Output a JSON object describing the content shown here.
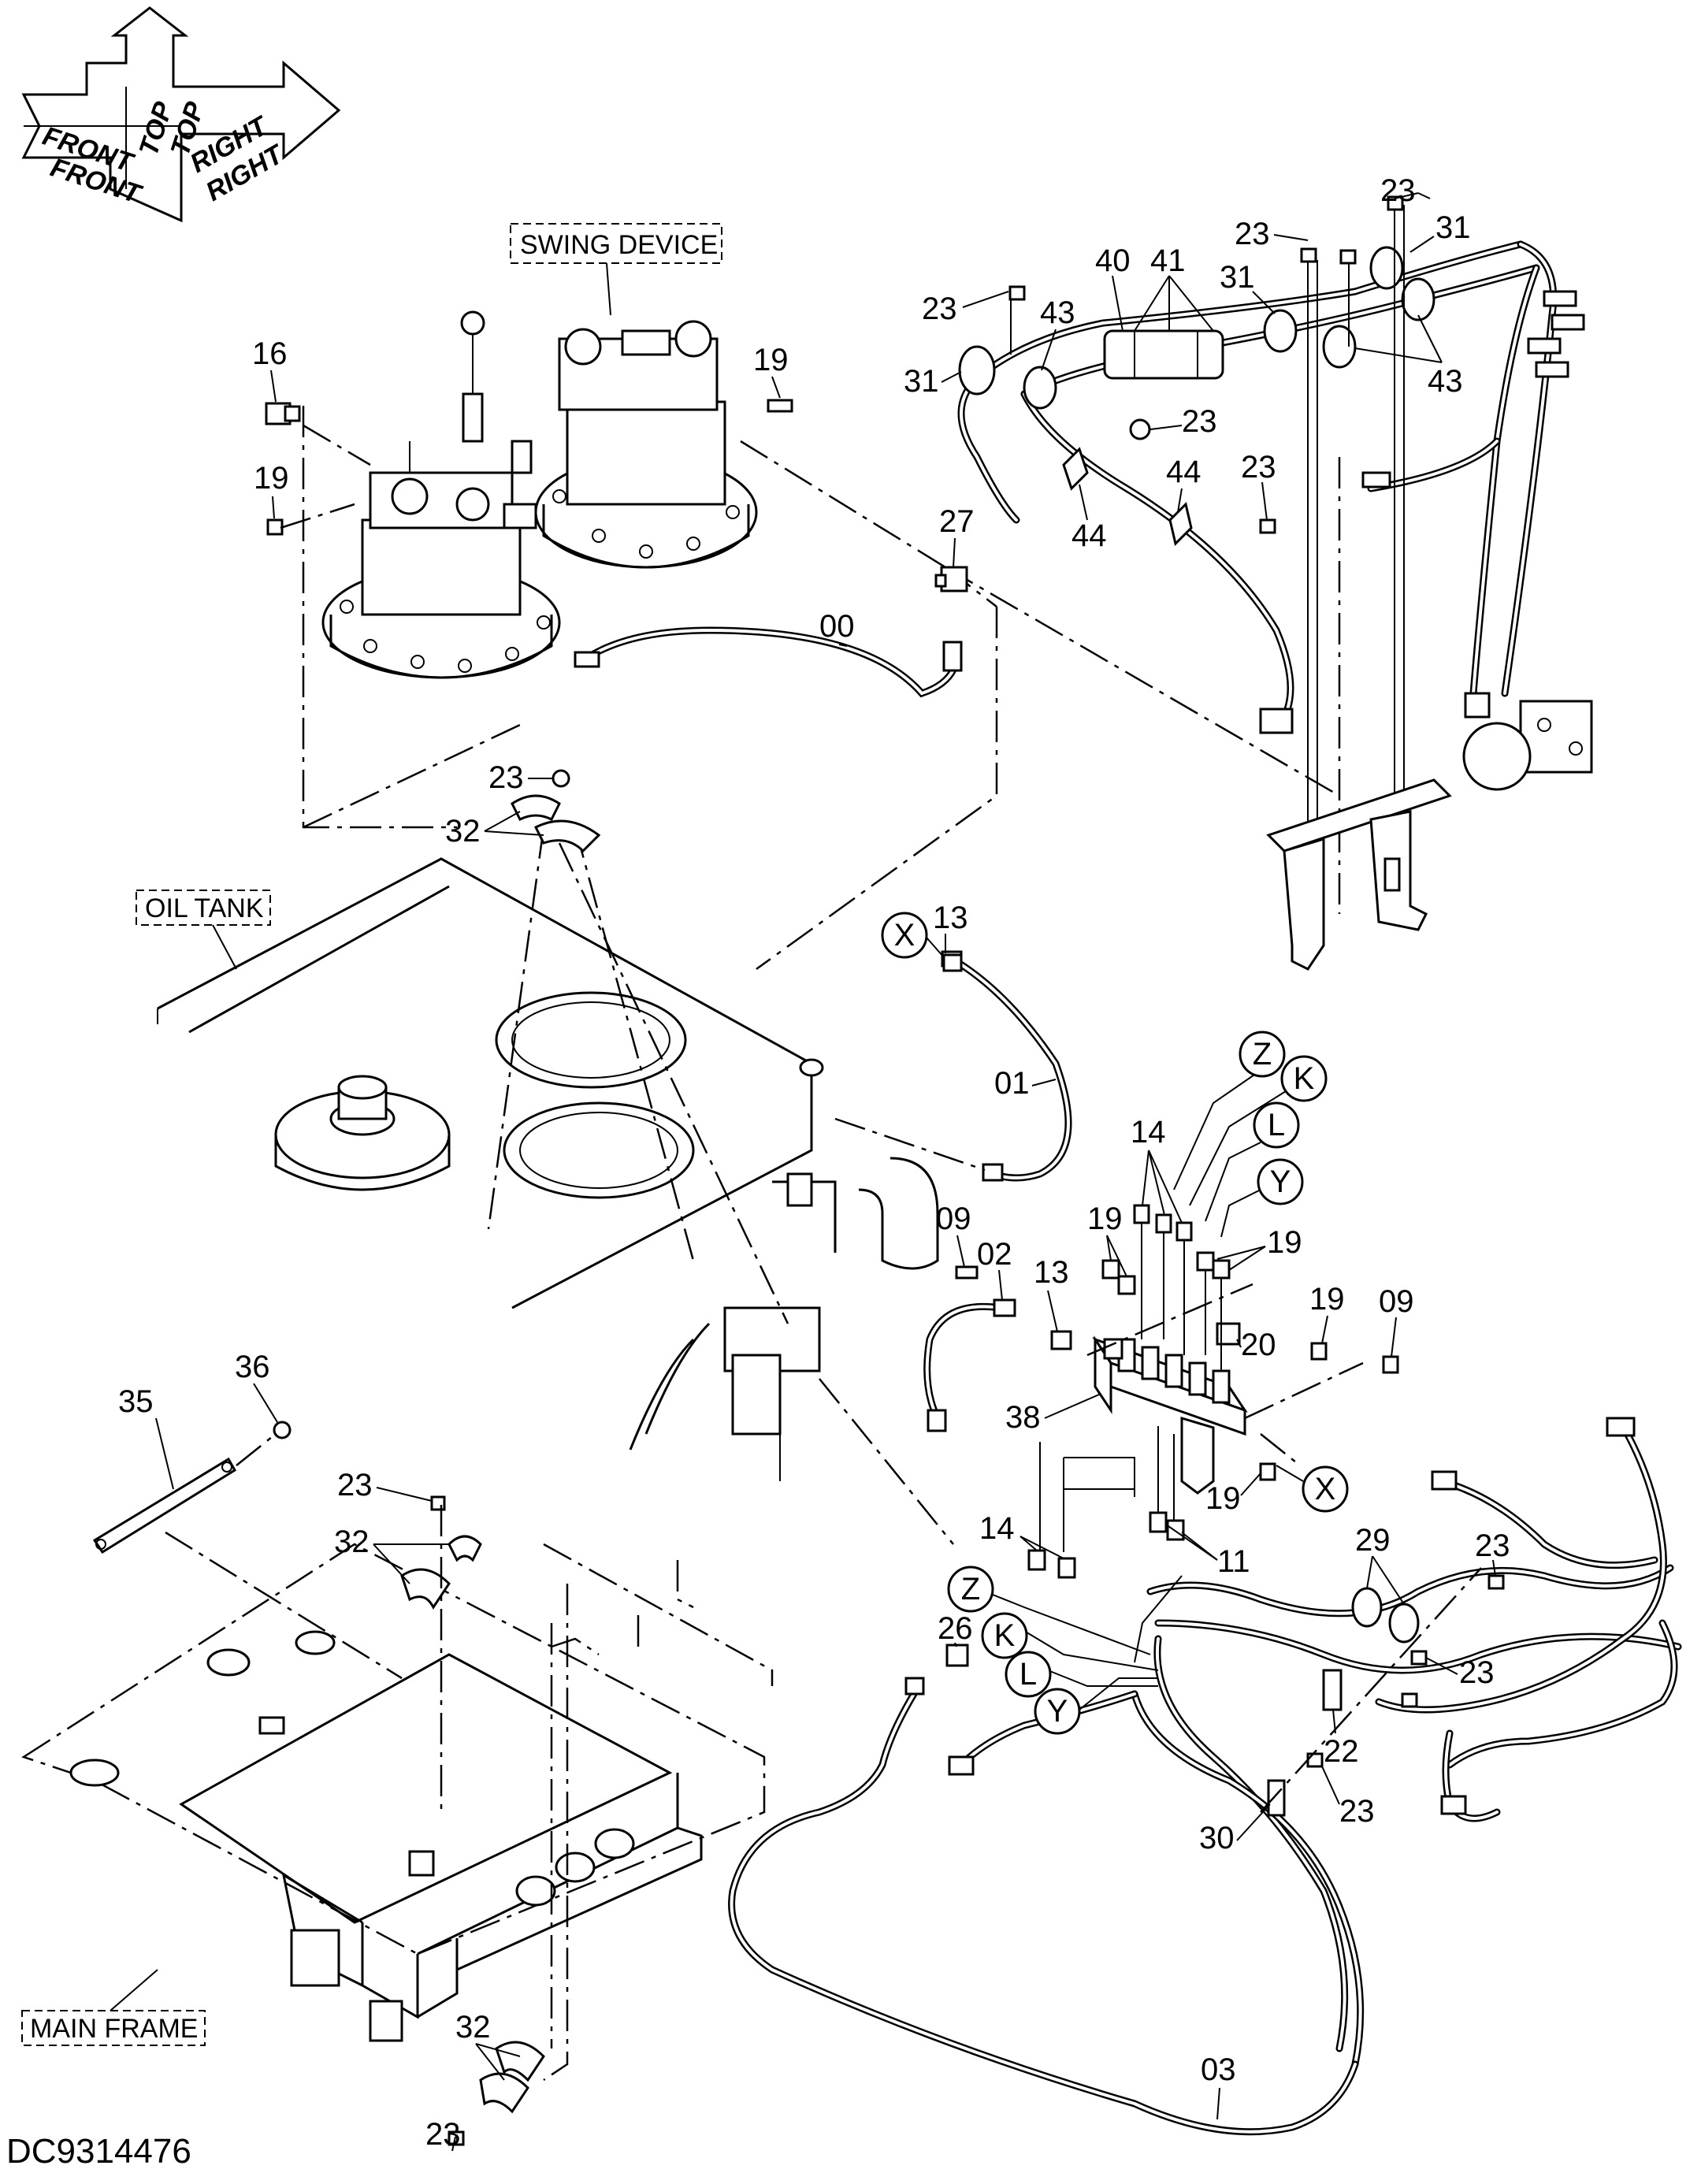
{
  "drawing_code": "DC9314476",
  "orientation": {
    "front": "FRONT",
    "top": "TOP",
    "right": "RIGHT"
  },
  "section_labels": {
    "swing_device": "SWING DEVICE",
    "oil_tank": "OIL TANK",
    "main_frame": "MAIN FRAME"
  },
  "callouts": {
    "c23a": "23",
    "c23b": "23",
    "c23c": "23",
    "c23d": "23",
    "c23e": "23",
    "c23f": "23",
    "c23g": "23",
    "c23h": "23",
    "c23i": "23",
    "c23j": "23",
    "c23k": "23",
    "c40": "40",
    "c41": "41",
    "c31a": "31",
    "c31b": "31",
    "c31c": "31",
    "c43a": "43",
    "c43b": "43",
    "c44a": "44",
    "c44b": "44",
    "c16": "16",
    "c19a": "19",
    "c19b": "19",
    "c19c": "19",
    "c19d": "19",
    "c19e": "19",
    "c19f": "19",
    "c27": "27",
    "c00": "00",
    "c32a": "32",
    "c32b": "32",
    "c32c": "32",
    "c13a": "13",
    "c13b": "13",
    "c01": "01",
    "c14a": "14",
    "c14b": "14",
    "c09a": "09",
    "c09b": "09",
    "c02": "02",
    "c20": "20",
    "c38": "38",
    "c11": "11",
    "c29": "29",
    "c26": "26",
    "c22": "22",
    "c30": "30",
    "c03": "03",
    "c35": "35",
    "c36": "36"
  },
  "connection_markers": {
    "x_top": "X",
    "x_right": "X",
    "z_top": "Z",
    "k_top": "K",
    "l_top": "L",
    "y_top": "Y",
    "z_bot": "Z",
    "k_bot": "K",
    "l_bot": "L",
    "y_bot": "Y"
  }
}
